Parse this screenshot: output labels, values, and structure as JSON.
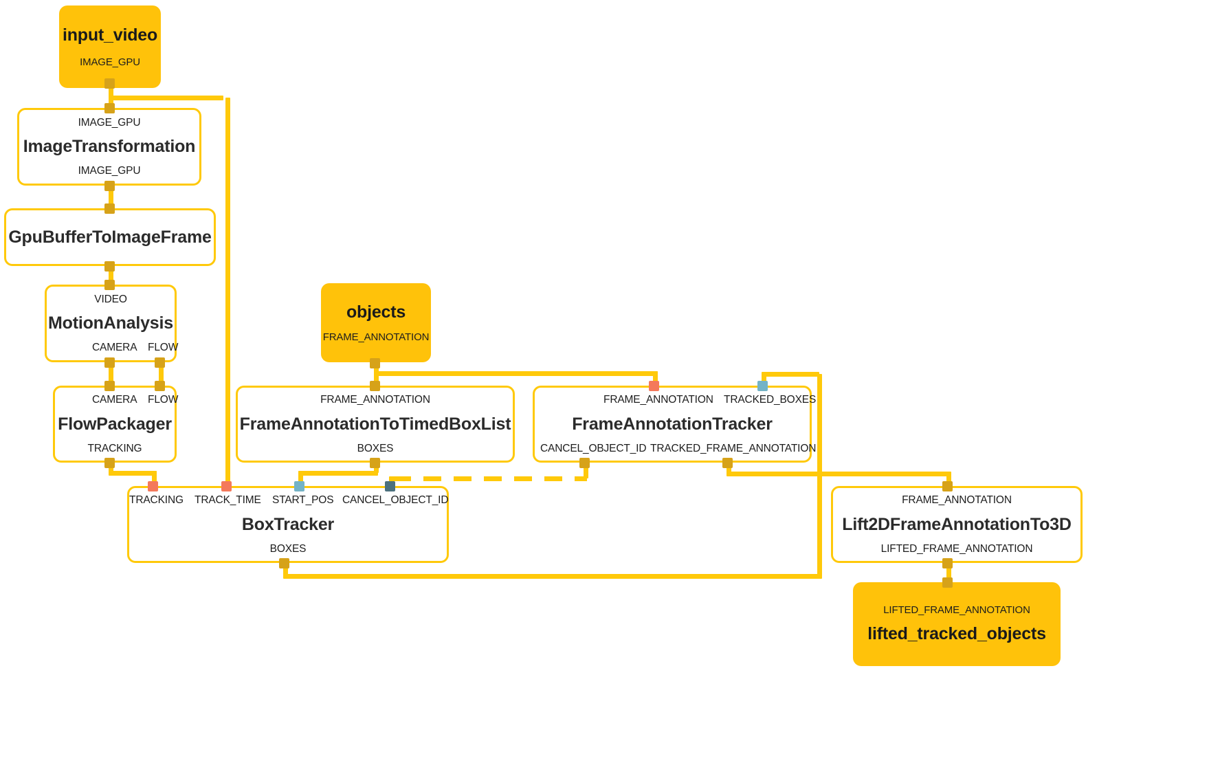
{
  "diagram": {
    "type": "mediapipe-calculator-graph",
    "colors": {
      "edge": "#FFC90A",
      "terminal_node_fill": "#FFC20A",
      "calculator_border": "#FFC90A",
      "calculator_fill": "#FFFFFF",
      "port_gold": "#D6A219",
      "port_salmon": "#F4795B",
      "port_light_blue": "#74B3C6",
      "port_slate": "#4C717E",
      "text": "#2b2b2b"
    },
    "nodes": [
      {
        "id": "input_video",
        "kind": "terminal",
        "title": "input_video",
        "outputs": [
          "IMAGE_GPU"
        ],
        "inputs": []
      },
      {
        "id": "ImageTransformation",
        "kind": "calculator",
        "title": "ImageTransformation",
        "inputs": [
          "IMAGE_GPU"
        ],
        "outputs": [
          "IMAGE_GPU"
        ]
      },
      {
        "id": "GpuBufferToImageFrame",
        "kind": "calculator",
        "title": "GpuBufferToImageFrame",
        "inputs": [
          ""
        ],
        "outputs": [
          ""
        ]
      },
      {
        "id": "MotionAnalysis",
        "kind": "calculator",
        "title": "MotionAnalysis",
        "inputs": [
          "VIDEO"
        ],
        "outputs": [
          "CAMERA",
          "FLOW"
        ]
      },
      {
        "id": "FlowPackager",
        "kind": "calculator",
        "title": "FlowPackager",
        "inputs": [
          "CAMERA",
          "FLOW"
        ],
        "outputs": [
          "TRACKING"
        ]
      },
      {
        "id": "objects",
        "kind": "terminal",
        "title": "objects",
        "inputs": [],
        "outputs": [
          "FRAME_ANNOTATION"
        ]
      },
      {
        "id": "FrameAnnotationToTimedBoxList",
        "kind": "calculator",
        "title": "FrameAnnotationToTimedBoxList",
        "inputs": [
          "FRAME_ANNOTATION"
        ],
        "outputs": [
          "BOXES"
        ]
      },
      {
        "id": "FrameAnnotationTracker",
        "kind": "calculator",
        "title": "FrameAnnotationTracker",
        "inputs": [
          "FRAME_ANNOTATION",
          "TRACKED_BOXES"
        ],
        "outputs": [
          "CANCEL_OBJECT_ID",
          "TRACKED_FRAME_ANNOTATION"
        ]
      },
      {
        "id": "BoxTracker",
        "kind": "calculator",
        "title": "BoxTracker",
        "inputs": [
          "TRACKING",
          "TRACK_TIME",
          "START_POS",
          "CANCEL_OBJECT_ID"
        ],
        "outputs": [
          "BOXES"
        ]
      },
      {
        "id": "Lift2DFrameAnnotationTo3D",
        "kind": "calculator",
        "title": "Lift2DFrameAnnotationTo3D",
        "inputs": [
          "FRAME_ANNOTATION"
        ],
        "outputs": [
          "LIFTED_FRAME_ANNOTATION"
        ]
      },
      {
        "id": "lifted_tracked_objects",
        "kind": "terminal",
        "title": "lifted_tracked_objects",
        "inputs": [
          "LIFTED_FRAME_ANNOTATION"
        ],
        "outputs": []
      }
    ],
    "labels": {
      "input_video_title": "input_video",
      "input_video_out": "IMAGE_GPU",
      "imagetransformation_title": "ImageTransformation",
      "imagetransformation_in": "IMAGE_GPU",
      "imagetransformation_out": "IMAGE_GPU",
      "gpubuffertoimageframe_title": "GpuBufferToImageFrame",
      "motionanalysis_title": "MotionAnalysis",
      "motionanalysis_in": "VIDEO",
      "motionanalysis_out_camera": "CAMERA",
      "motionanalysis_out_flow": "FLOW",
      "flowpackager_title": "FlowPackager",
      "flowpackager_in_camera": "CAMERA",
      "flowpackager_in_flow": "FLOW",
      "flowpackager_out": "TRACKING",
      "objects_title": "objects",
      "objects_out": "FRAME_ANNOTATION",
      "fattbl_title": "FrameAnnotationToTimedBoxList",
      "fattbl_in": "FRAME_ANNOTATION",
      "fattbl_out": "BOXES",
      "fat_title": "FrameAnnotationTracker",
      "fat_in_frame": "FRAME_ANNOTATION",
      "fat_in_tracked": "TRACKED_BOXES",
      "fat_out_cancel": "CANCEL_OBJECT_ID",
      "fat_out_tracked": "TRACKED_FRAME_ANNOTATION",
      "boxtracker_title": "BoxTracker",
      "boxtracker_in_tracking": "TRACKING",
      "boxtracker_in_tracktime": "TRACK_TIME",
      "boxtracker_in_startpos": "START_POS",
      "boxtracker_in_cancel": "CANCEL_OBJECT_ID",
      "boxtracker_out": "BOXES",
      "lift_title": "Lift2DFrameAnnotationTo3D",
      "lift_in": "FRAME_ANNOTATION",
      "lift_out": "LIFTED_FRAME_ANNOTATION",
      "lifted_title": "lifted_tracked_objects",
      "lifted_in": "LIFTED_FRAME_ANNOTATION"
    }
  }
}
